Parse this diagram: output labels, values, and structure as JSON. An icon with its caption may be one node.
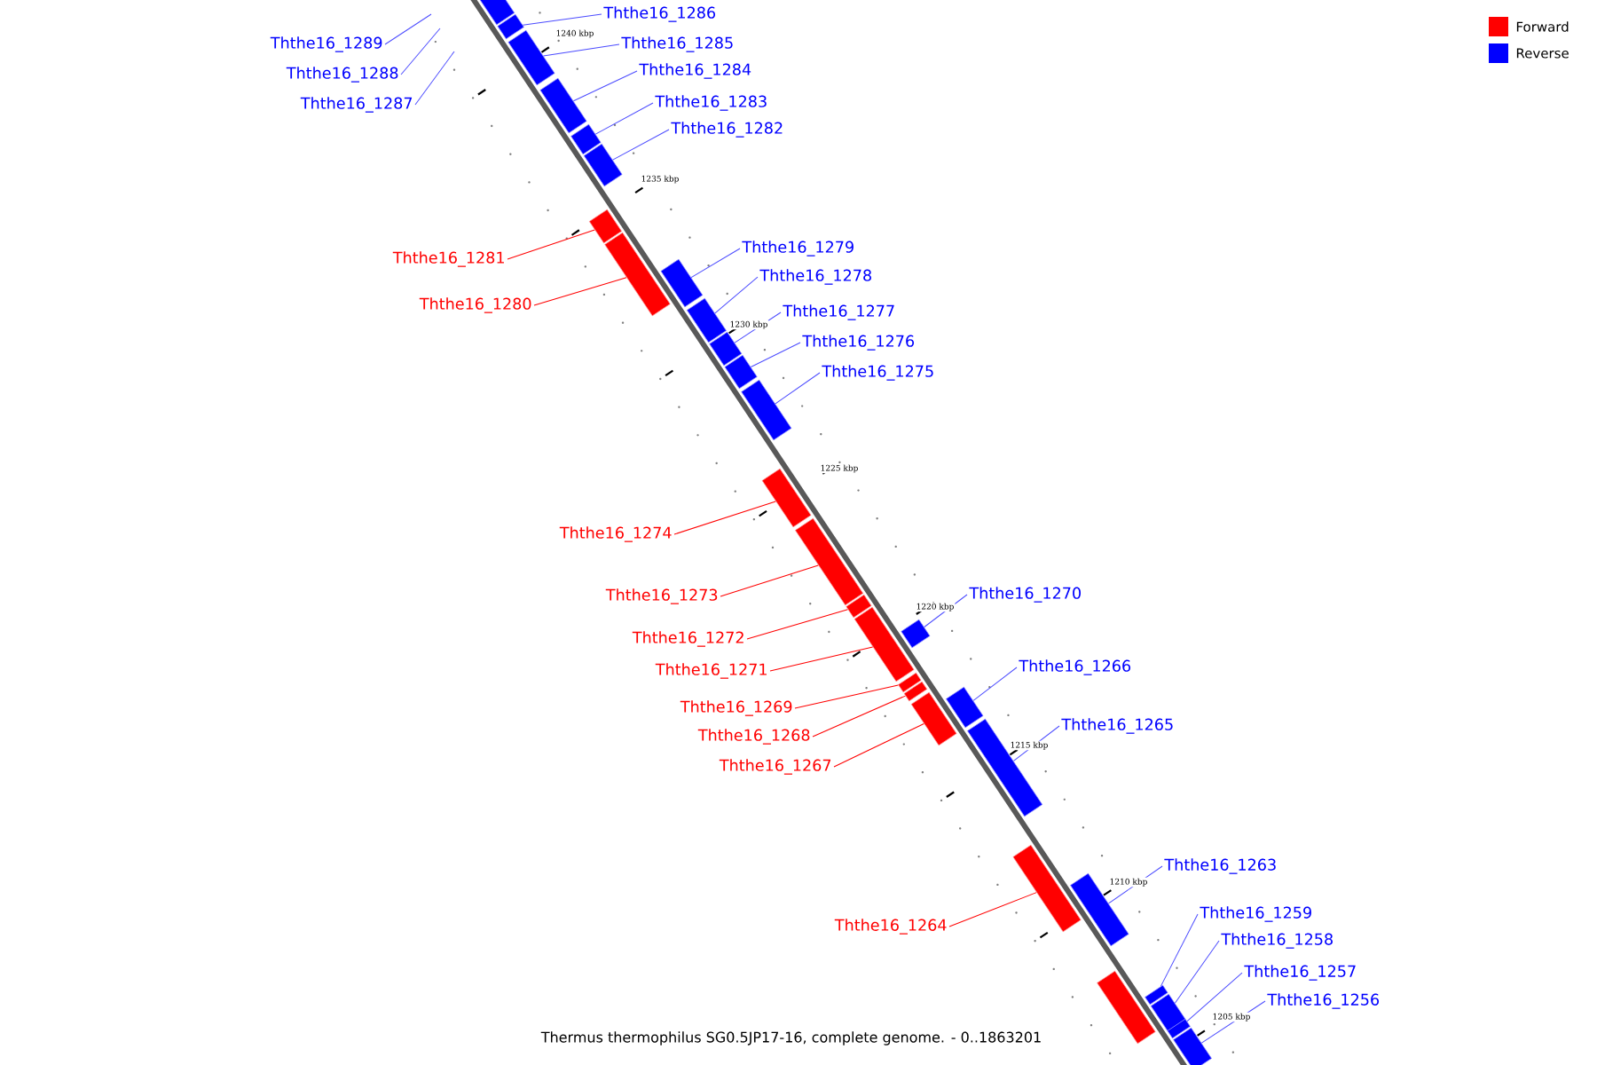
{
  "diagram": {
    "caption": "Thermus thermophilus SG0.5JP17-16, complete genome. - 0..1863201",
    "nodes": [
      {
        "text": [
          "Ththe16_1286"
        ]
      },
      {
        "text": [
          "Ththe16_1289"
        ]
      },
      {
        "text": [
          "Ththe16_1285"
        ]
      },
      {
        "text": [
          "Ththe16_1284"
        ]
      },
      {
        "text": [
          "Ththe16_1288"
        ]
      },
      {
        "text": [
          "Ththe16_1283"
        ]
      },
      {
        "text": [
          "Ththe16_1287"
        ]
      },
      {
        "text": [
          "Ththe16_1282"
        ]
      },
      {
        "text": [
          "Ththe16_1279"
        ]
      },
      {
        "text": [
          "Ththe16_1281"
        ]
      },
      {
        "text": [
          "Ththe16_1278"
        ]
      },
      {
        "text": [
          "Ththe16_1280"
        ]
      },
      {
        "text": [
          "Ththe16_1277"
        ]
      },
      {
        "text": [
          "Ththe16_1276"
        ]
      },
      {
        "text": [
          "Ththe16_1275"
        ]
      },
      {
        "text": [
          "Ththe16_1274"
        ]
      },
      {
        "text": [
          "Ththe16_1270"
        ]
      },
      {
        "text": [
          "Ththe16_1273"
        ]
      },
      {
        "text": [
          "Ththe16_1272"
        ]
      },
      {
        "text": [
          "Ththe16_1266"
        ]
      },
      {
        "text": [
          "Ththe16_1271"
        ]
      },
      {
        "text": [
          "Ththe16_1269"
        ]
      },
      {
        "text": [
          "Ththe16_1265"
        ]
      },
      {
        "text": [
          "Ththe16_1268"
        ]
      },
      {
        "text": [
          "Ththe16_1267"
        ]
      },
      {
        "text": [
          "Ththe16_1263"
        ]
      },
      {
        "text": [
          "Ththe16_1259"
        ]
      },
      {
        "text": [
          "Ththe16_1264"
        ]
      },
      {
        "text": [
          "Ththe16_1258"
        ]
      },
      {
        "text": [
          "Ththe16_1257"
        ]
      },
      {
        "text": [
          "Ththe16_1256"
        ]
      },
      {
        "text": [],
        "shape": "bar"
      },
      {
        "text": [],
        "shape": "bar"
      },
      {
        "text": [],
        "shape": "bar"
      },
      {
        "text": [],
        "shape": "bar"
      },
      {
        "text": [],
        "shape": "bar"
      },
      {
        "text": [],
        "shape": "bar"
      },
      {
        "text": [],
        "shape": "bar"
      },
      {
        "text": [],
        "shape": "bar"
      },
      {
        "text": [],
        "shape": "bar"
      },
      {
        "text": [],
        "shape": "bar"
      },
      {
        "text": [],
        "shape": "bar"
      },
      {
        "text": [],
        "shape": "bar"
      },
      {
        "text": [],
        "shape": "bar"
      },
      {
        "text": [],
        "shape": "bar"
      },
      {
        "text": [],
        "shape": "bar"
      },
      {
        "text": [],
        "shape": "bar"
      },
      {
        "text": [],
        "shape": "bar"
      },
      {
        "text": [],
        "shape": "bar"
      },
      {
        "text": [],
        "shape": "bar"
      },
      {
        "text": [],
        "shape": "bar"
      },
      {
        "text": [],
        "shape": "bar"
      },
      {
        "text": [],
        "shape": "bar"
      },
      {
        "text": [],
        "shape": "bar"
      },
      {
        "text": [],
        "shape": "bar"
      },
      {
        "text": [],
        "shape": "bar"
      },
      {
        "text": [],
        "shape": "bar"
      },
      {
        "text": [],
        "shape": "bar"
      },
      {
        "text": [],
        "shape": "bar"
      },
      {
        "text": [],
        "shape": "bar"
      },
      {
        "text": [],
        "shape": "bar"
      }
    ],
    "edges": [
      {
        "from": 0,
        "to": 32,
        "arrow": "none"
      },
      {
        "from": 1,
        "to": null,
        "arrow": "none"
      },
      {
        "from": 2,
        "to": 33,
        "arrow": "none"
      },
      {
        "from": 3,
        "to": 34,
        "arrow": "none"
      },
      {
        "from": 4,
        "to": null,
        "arrow": "none"
      },
      {
        "from": 5,
        "to": 35,
        "arrow": "none"
      },
      {
        "from": 6,
        "to": null,
        "arrow": "none"
      },
      {
        "from": 7,
        "to": 36,
        "arrow": "none"
      },
      {
        "from": 8,
        "to": 39,
        "arrow": "none"
      },
      {
        "from": 9,
        "to": 37,
        "arrow": "none",
        "color": "#ff0000"
      },
      {
        "from": 10,
        "to": 40,
        "arrow": "none"
      },
      {
        "from": 11,
        "to": 38,
        "arrow": "none",
        "color": "#ff0000"
      },
      {
        "from": 12,
        "to": 41,
        "arrow": "none"
      },
      {
        "from": 13,
        "to": 42,
        "arrow": "none"
      },
      {
        "from": 14,
        "to": 43,
        "arrow": "none"
      },
      {
        "from": 15,
        "to": 44,
        "arrow": "none",
        "color": "#ff0000"
      },
      {
        "from": 16,
        "to": 48,
        "arrow": "none"
      },
      {
        "from": 17,
        "to": 45,
        "arrow": "none",
        "color": "#ff0000"
      },
      {
        "from": 18,
        "to": 46,
        "arrow": "none",
        "color": "#ff0000"
      },
      {
        "from": 19,
        "to": 52,
        "arrow": "none"
      },
      {
        "from": 20,
        "to": 47,
        "arrow": "none",
        "color": "#ff0000"
      },
      {
        "from": 21,
        "to": 49,
        "arrow": "none",
        "color": "#ff0000"
      },
      {
        "from": 22,
        "to": 53,
        "arrow": "none"
      },
      {
        "from": 23,
        "to": 50,
        "arrow": "none",
        "color": "#ff0000"
      },
      {
        "from": 24,
        "to": 51,
        "arrow": "none",
        "color": "#ff0000"
      },
      {
        "from": 25,
        "to": 55,
        "arrow": "none"
      },
      {
        "from": 26,
        "to": 57,
        "arrow": "none"
      },
      {
        "from": 27,
        "to": 54,
        "arrow": "none",
        "color": "#ff0000"
      },
      {
        "from": 28,
        "to": 58,
        "arrow": "none"
      },
      {
        "from": 29,
        "to": 59,
        "arrow": "none"
      },
      {
        "from": 30,
        "to": 60,
        "arrow": "none"
      }
    ],
    "labels": [
      "1240 kbp",
      "1235 kbp",
      "1230 kbp",
      "1225 kbp",
      "1220 kbp",
      "1215 kbp",
      "1210 kbp",
      "1205 kbp"
    ],
    "legend": [
      {
        "text": "Forward",
        "color": "#ff0000"
      },
      {
        "text": "Reverse",
        "color": "#0000ff"
      }
    ]
  }
}
